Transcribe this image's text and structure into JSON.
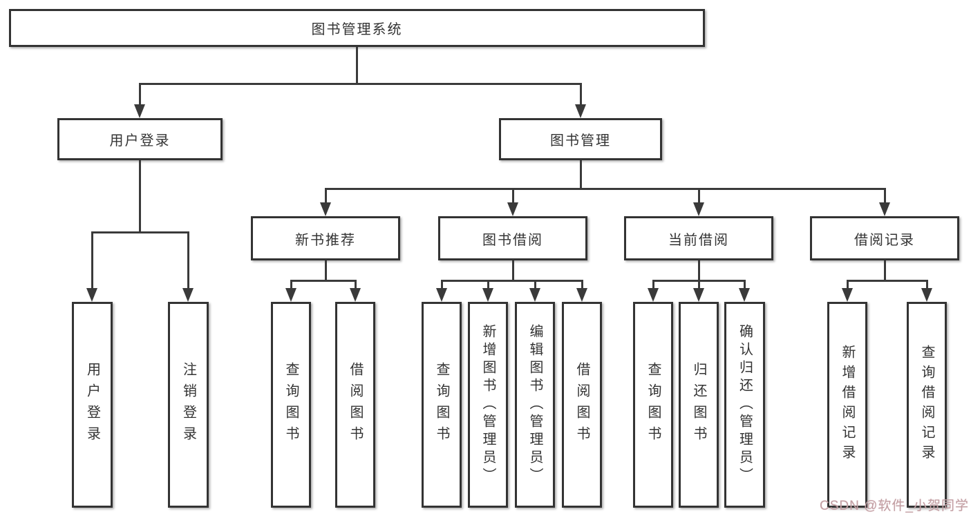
{
  "tree": {
    "root": {
      "label": "图书管理系统"
    },
    "branches": [
      {
        "label": "用户登录",
        "children": [
          {
            "label": "用户登录"
          },
          {
            "label": "注销登录"
          }
        ]
      },
      {
        "label": "图书管理",
        "children": [
          {
            "label": "新书推荐",
            "children": [
              {
                "label": "查询图书"
              },
              {
                "label": "借阅图书"
              }
            ]
          },
          {
            "label": "图书借阅",
            "children": [
              {
                "label": "查询图书"
              },
              {
                "label": "新增图书（管理员）"
              },
              {
                "label": "编辑图书（管理员）"
              },
              {
                "label": "借阅图书"
              }
            ]
          },
          {
            "label": "当前借阅",
            "children": [
              {
                "label": "查询图书"
              },
              {
                "label": "归还图书"
              },
              {
                "label": "确认归还（管理员）"
              }
            ]
          },
          {
            "label": "借阅记录",
            "children": [
              {
                "label": "新增借阅记录"
              },
              {
                "label": "查询借阅记录"
              }
            ]
          }
        ]
      }
    ]
  },
  "watermark": {
    "text": "CSDN @软件_小贺同学"
  },
  "colors": {
    "line": "#3a3a3a",
    "border": "#333333",
    "text": "#333333",
    "box_background": "#ffffff",
    "watermark_text": "#c29fa3"
  }
}
